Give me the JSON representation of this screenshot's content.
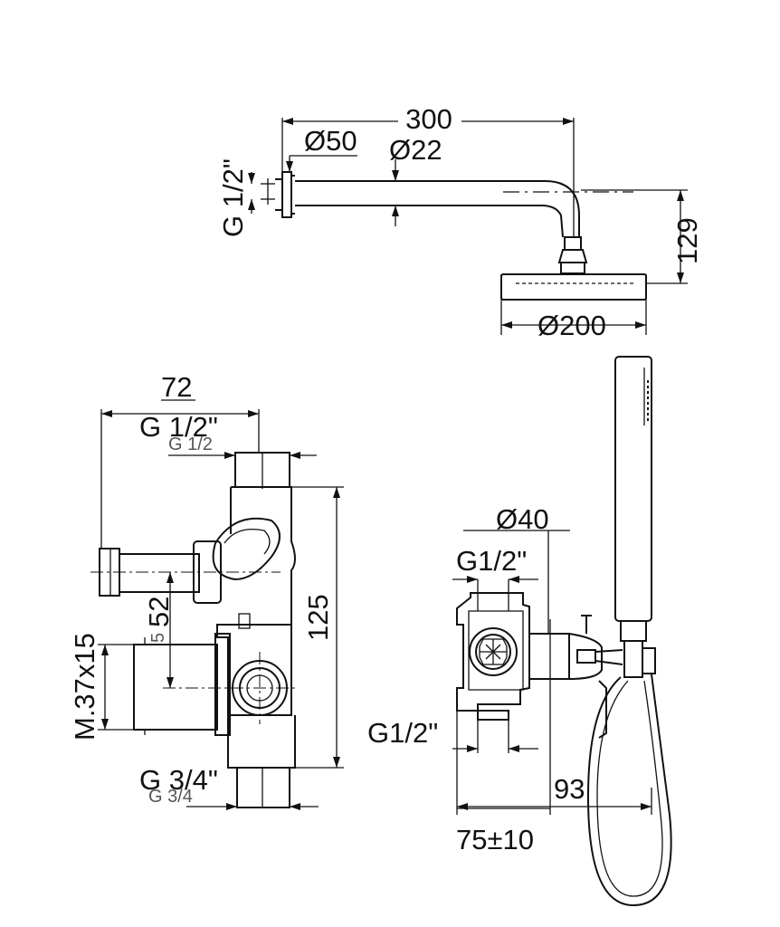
{
  "shower_arm": {
    "length": "300",
    "flange_diameter": "Ø50",
    "arm_diameter": "Ø22",
    "thread": "G 1/2\"",
    "drop_height": "129",
    "head_diameter": "Ø200"
  },
  "concealed_body": {
    "width": "72",
    "inlet_thread_top": "G 1/2\"",
    "inlet_thread_top_ghost": "G 1/2",
    "height": "125",
    "offset": "52",
    "offset_ghost": "5",
    "nut": "M.37x15",
    "outlet_thread_bottom": "G 3/4\"",
    "outlet_thread_bottom_ghost": "G 3/4"
  },
  "mixer_front": {
    "handle_diameter": "Ø40",
    "thread_top": "G1/2\"",
    "thread_bottom": "G1/2\"",
    "projection": "93",
    "depth": "75±10"
  }
}
